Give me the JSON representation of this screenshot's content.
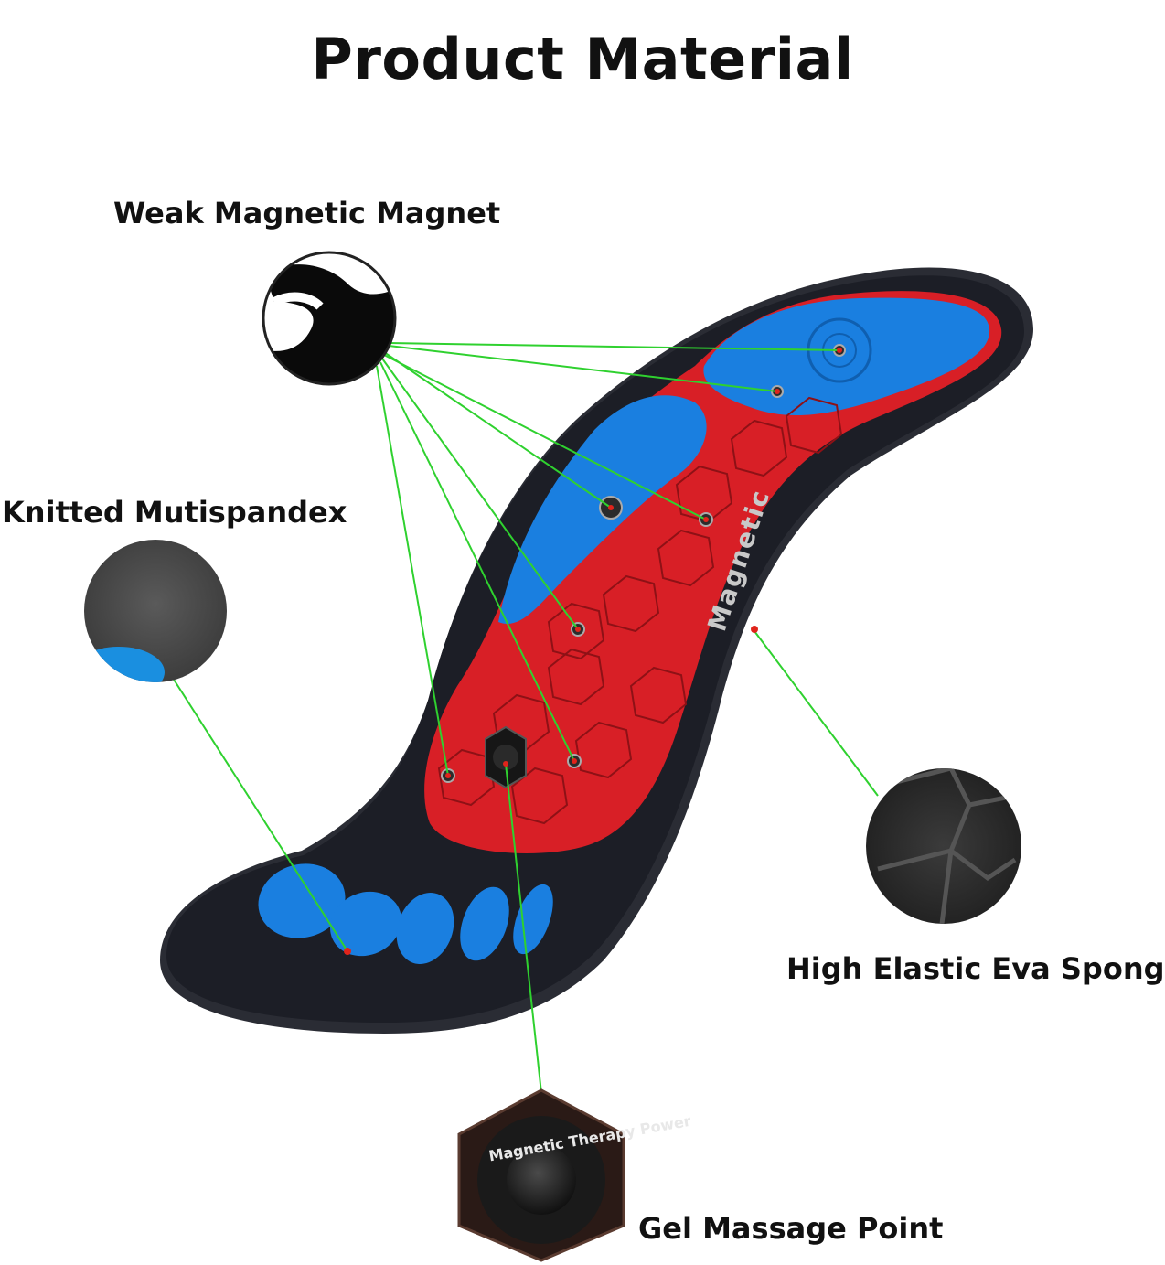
{
  "title": "Product Material",
  "labels": {
    "weak_magnetic_magnet": "Weak Magnetic Magnet",
    "knitted_mutispandex": "Knitted Mutispandex",
    "high_elastic_eva_sponge": "High Elastic Eva Sponge",
    "gel_massage_point": "Gel Massage Point"
  },
  "insole": {
    "side_text": "Magnetic",
    "badge_text": "Magnetic Therapy Power"
  },
  "colors": {
    "insole_base": "#1c1e26",
    "red_zone": "#d81f26",
    "blue_zone": "#1a7fe0",
    "pointer_line": "#2fd12f",
    "pointer_dot": "#e0241b"
  }
}
